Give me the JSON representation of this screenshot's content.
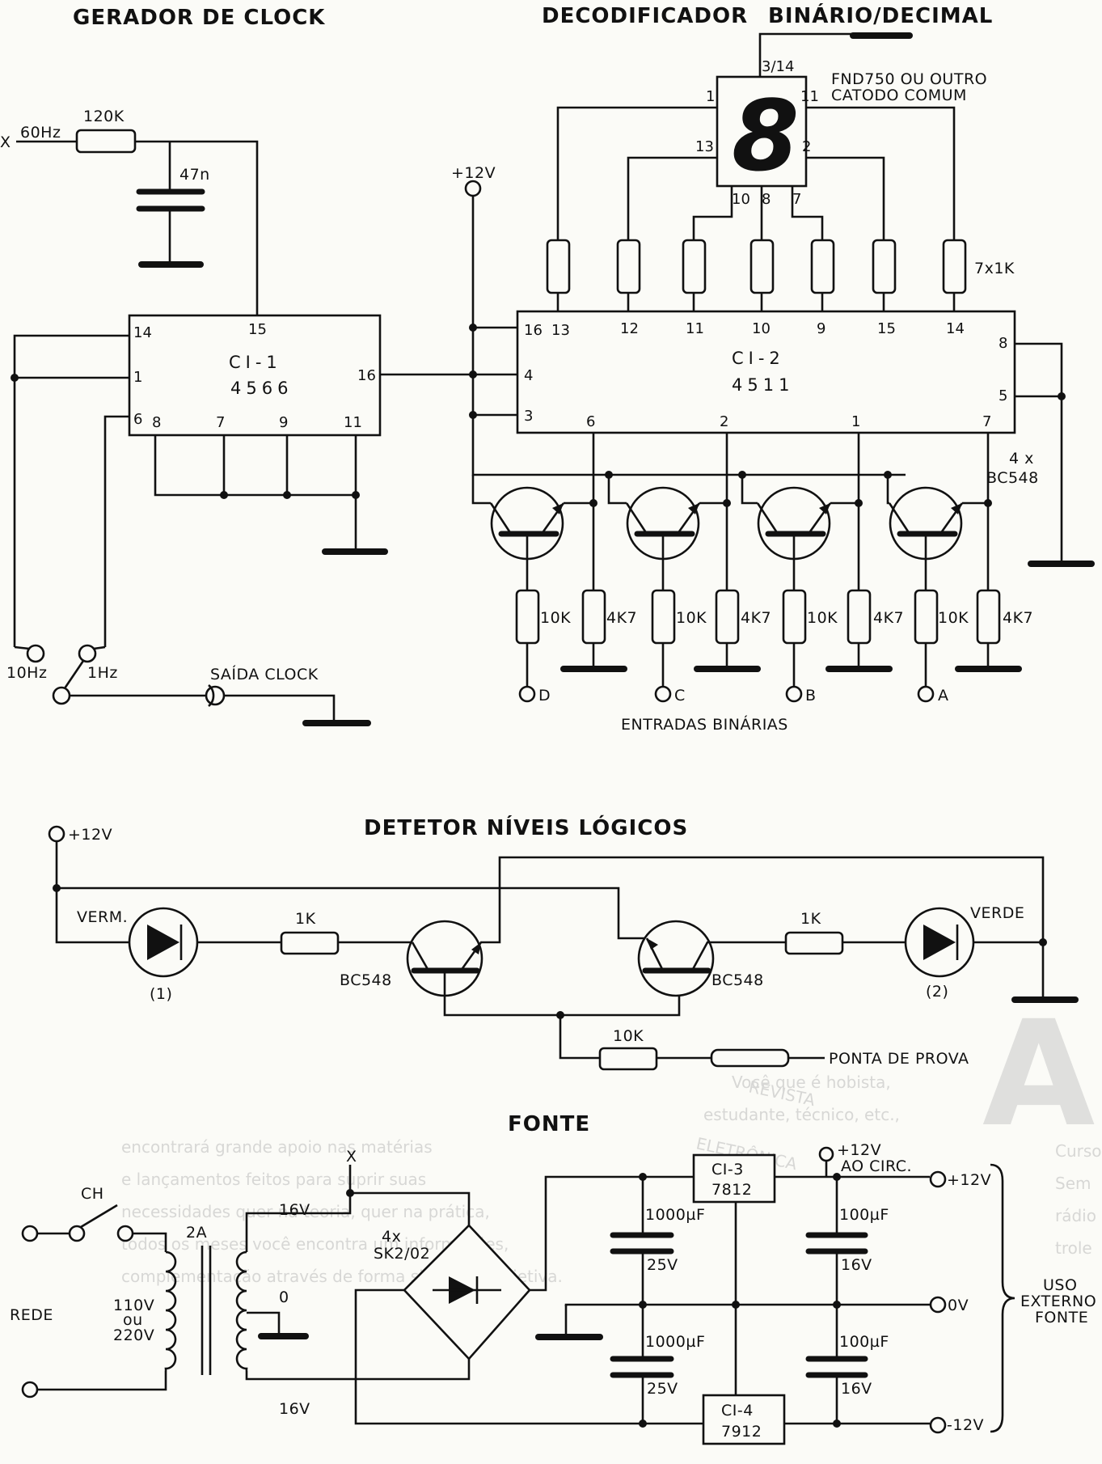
{
  "titles": {
    "clock": "GERADOR  DE  CLOCK",
    "decoder": "DECODIFICADOR",
    "decoder2": "BINÁRIO/DECIMAL",
    "detector": "DETETOR    NÍVEIS    LÓGICOS",
    "power": "FONTE"
  },
  "clock": {
    "in_x": "X",
    "freq": "60Hz",
    "res": "120K",
    "cap": "47n",
    "ic_name": "CI-1",
    "ic_part": "4566",
    "pins": [
      "14",
      "1",
      "6",
      "15",
      "16",
      "8",
      "7",
      "9",
      "11"
    ],
    "sw_a": "10Hz",
    "sw_b": "1Hz",
    "out": "SAÍDA  CLOCK"
  },
  "decoder": {
    "vcc": "+12V",
    "display_pins": [
      "3/14",
      "1",
      "11",
      "13",
      "2",
      "10",
      "8",
      "7"
    ],
    "display_note1": "FND750  OU  OUTRO",
    "display_note2": "CATODO  COMUM",
    "display_glyph": "8",
    "res_array": "7x1K",
    "ic_name": "CI-2",
    "ic_part": "4511",
    "top_pins": [
      "16",
      "13",
      "12",
      "11",
      "10",
      "9",
      "15",
      "14"
    ],
    "left_pins": [
      "4",
      "3"
    ],
    "right_pins": [
      "8",
      "5"
    ],
    "bot_pins": [
      "6",
      "2",
      "1",
      "7"
    ],
    "trans": "4 x",
    "trans2": "BC548",
    "base_res": "10K",
    "pull_res": "4K7",
    "inputs": [
      "D",
      "C",
      "B",
      "A"
    ],
    "inputs_label": "ENTRADAS  BINÁRIAS"
  },
  "detector": {
    "vcc": "+12V",
    "led1": "VERM.",
    "led1_num": "(1)",
    "led2": "VERDE",
    "led2_num": "(2)",
    "r1": "1K",
    "r2": "1K",
    "q1": "BC548",
    "q2": "BC548",
    "r3": "10K",
    "probe": "PONTA  DE  PROVA"
  },
  "power": {
    "in_x": "X",
    "switch": "CH",
    "fuse": "2A",
    "mains": "REDE",
    "mains_v1": "110V",
    "mains_v2": "ou",
    "mains_v3": "220V",
    "sec_top": "16V",
    "sec_mid": "0",
    "sec_bot": "16V",
    "bridge1": "4x",
    "bridge2": "SK2/02",
    "reg1a": "CI-3",
    "reg1b": "7812",
    "reg2a": "CI-4",
    "reg2b": "7912",
    "cap_big": "1000µF",
    "cap_big_v": "25V",
    "cap_small": "100µF",
    "cap_small_v": "16V",
    "to_circ1": "+12V",
    "to_circ2": "AO CIRC.",
    "out_pos": "+12V",
    "out_zero": "0V",
    "out_neg": "-12V",
    "ext1": "USO",
    "ext2": "EXTERNO",
    "ext3": "FONTE"
  },
  "background_print": {
    "line1": "Você que é hobista,",
    "line2": "estudante, técnico, etc.,",
    "line3": "encontrará grande apoio nas matérias",
    "line4": "e lançamentos feitos para suprir suas",
    "line5": "necessidades quer na teoria, quer na prática,",
    "line6": "todos os meses você encontra um informações,",
    "line7": "complementação através de forma simples e objetiva.",
    "mag1": "REVISTA",
    "mag2": "ELETRÔNICA",
    "big_letter": "A",
    "side1": "Curso",
    "side2": "Sem",
    "side3": "rádio",
    "side4": "trole"
  }
}
